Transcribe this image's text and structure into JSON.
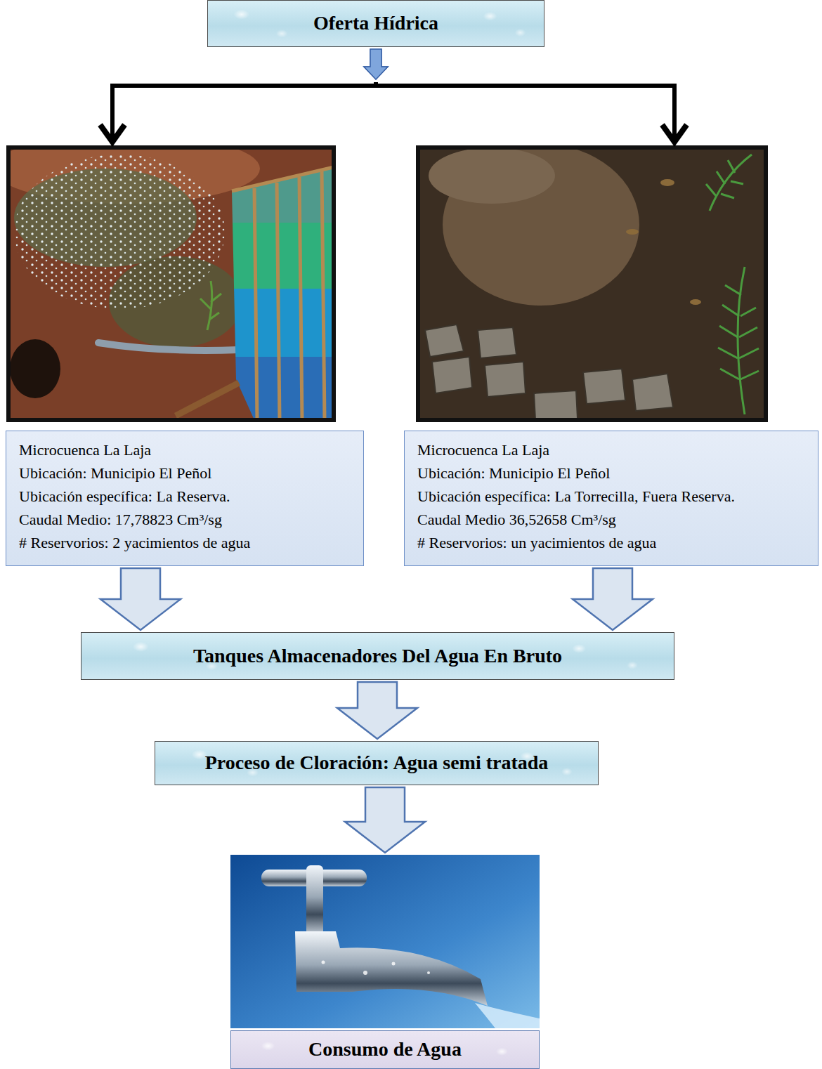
{
  "diagram": {
    "nodes": [
      {
        "text": [
          "Oferta Hídrica"
        ]
      },
      {
        "text": [
          "Microcuenca La Laja",
          "Ubicación: Municipio El Peñol",
          "Ubicación específica: La Reserva.",
          "Caudal Medio: 17,78823 Cm³/sg",
          "# Reservorios: 2 yacimientos de agua"
        ]
      },
      {
        "text": [
          "Microcuenca La Laja",
          "Ubicación: Municipio El Peñol",
          "Ubicación específica: La Torrecilla, Fuera Reserva.",
          "Caudal Medio 36,52658 Cm³/sg",
          "# Reservorios: un yacimientos de agua"
        ]
      },
      {
        "text": [
          "Tanques Almacenadores Del Agua En Bruto"
        ]
      },
      {
        "text": [
          "Proceso de Cloración: Agua semi tratada"
        ]
      },
      {
        "text": [
          "Consumo de Agua"
        ]
      }
    ],
    "edges": [
      {
        "from": 0,
        "to": 1,
        "arrow": "to"
      },
      {
        "from": 0,
        "to": 2,
        "arrow": "to"
      },
      {
        "from": 1,
        "to": 3,
        "arrow": "to"
      },
      {
        "from": 2,
        "to": 3,
        "arrow": "to"
      },
      {
        "from": 3,
        "to": 4,
        "arrow": "to"
      },
      {
        "from": 4,
        "to": 5,
        "arrow": "to"
      }
    ]
  }
}
